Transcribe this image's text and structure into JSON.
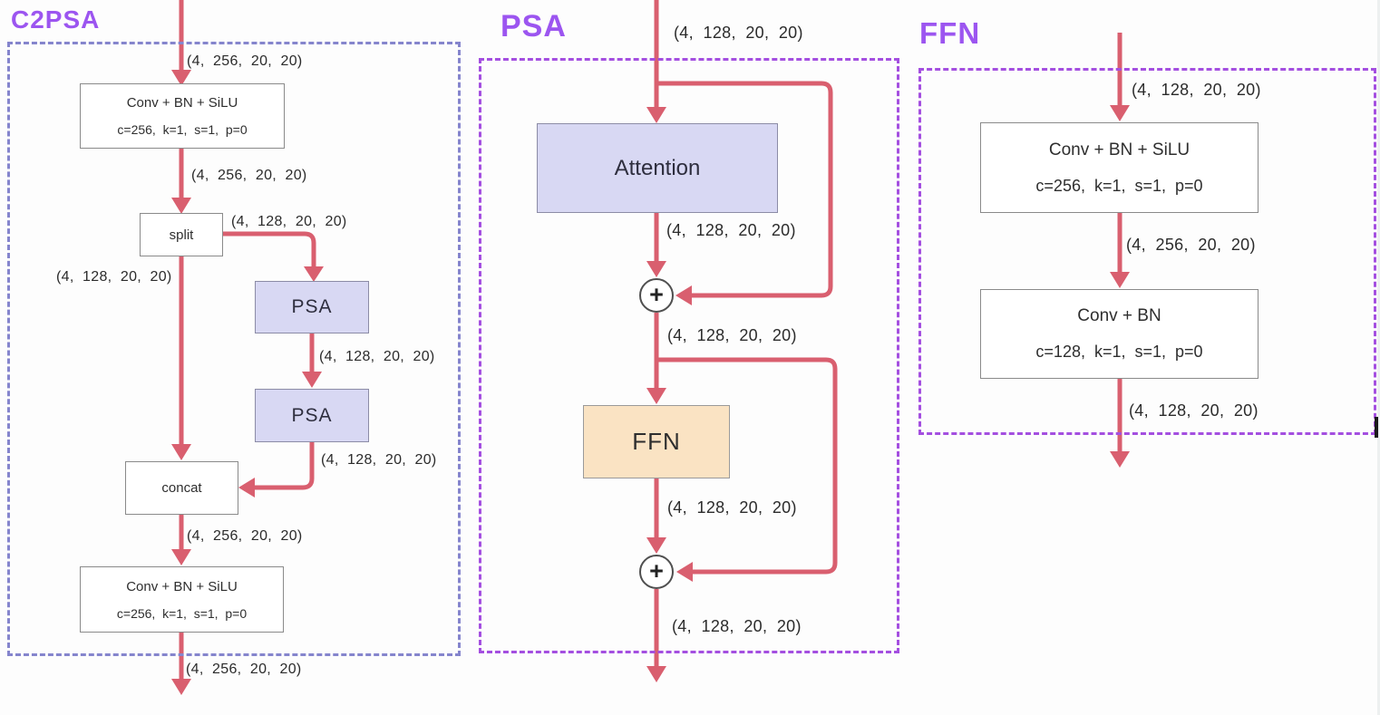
{
  "colors": {
    "arrow": "#d95f6f",
    "title_purple": "#9c55f0",
    "c2psa_dash_border": "#8585cd",
    "psa_dash_border": "#a44fe0",
    "ffn_dash_border": "#a44fe0",
    "lavender_block_fill": "#d8d8f3",
    "peach_block_fill": "#fae3c3"
  },
  "c2psa": {
    "title": "C2PSA",
    "label_in": "(4,  256,  20,  20)",
    "conv1_line1": "Conv + BN + SiLU",
    "conv1_line2": "c=256,  k=1,  s=1,  p=0",
    "label_after_conv1": "(4,  256,  20,  20)",
    "split_label": "split",
    "label_split_right": "(4,  128,  20,  20)",
    "label_split_left": "(4,  128,  20,  20)",
    "psa1_label": "PSA",
    "label_after_psa1": "(4,  128,  20,  20)",
    "psa2_label": "PSA",
    "label_after_psa2": "(4,  128,  20,  20)",
    "concat_label": "concat",
    "label_after_concat": "(4,  256,  20,  20)",
    "conv2_line1": "Conv + BN + SiLU",
    "conv2_line2": "c=256,  k=1,  s=1,  p=0",
    "label_out": "(4,  256,  20,  20)"
  },
  "psa": {
    "title": "PSA",
    "label_in": "(4,  128,  20,  20)",
    "attention_label": "Attention",
    "label_after_attention": "(4,  128,  20,  20)",
    "add1_symbol": "+",
    "label_after_add1": "(4,  128,  20,  20)",
    "ffn_label": "FFN",
    "label_after_ffn": "(4,  128,  20,  20)",
    "add2_symbol": "+",
    "label_out": "(4,  128,  20,  20)"
  },
  "ffn": {
    "title": "FFN",
    "label_in": "(4,  128,  20,  20)",
    "conv1_line1": "Conv + BN + SiLU",
    "conv1_line2": "c=256,  k=1,  s=1,  p=0",
    "label_mid": "(4,  256,  20,  20)",
    "conv2_line1": "Conv + BN",
    "conv2_line2": "c=128,  k=1,  s=1,  p=0",
    "label_out": "(4,  128,  20,  20)"
  }
}
